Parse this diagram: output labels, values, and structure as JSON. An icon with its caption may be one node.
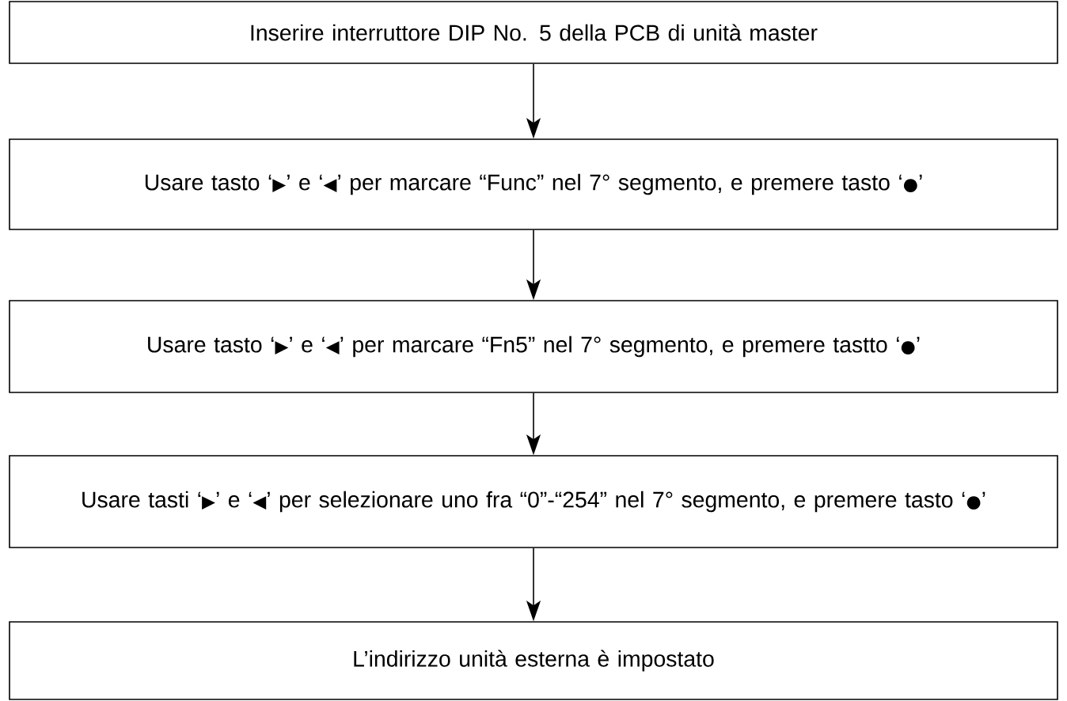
{
  "diagram": {
    "nodes": [
      {
        "text": [
          "Inserire interruttore DIP No. 5 della PCB di unità master"
        ]
      },
      {
        "text": [
          "Usare tasto ‘▶’ e ‘◀’ per marcare “Func” nel 7° segmento, e premere tasto ‘●’"
        ]
      },
      {
        "text": [
          "Usare tasto ‘▶’ e ‘◀’ per marcare “Fn5” nel 7° segmento, e premere tastto ‘●’"
        ]
      },
      {
        "text": [
          "Usare tasti ‘▶’ e ‘◀’ per selezionare uno fra “0”-“254” nel 7° segmento, e premere tasto ‘●’"
        ]
      },
      {
        "text": [
          "L’indirizzo unità esterna è impostato"
        ]
      }
    ],
    "edges": [
      {
        "from": 0,
        "to": 1,
        "arrow": "to"
      },
      {
        "from": 1,
        "to": 2,
        "arrow": "to"
      },
      {
        "from": 2,
        "to": 3,
        "arrow": "to"
      },
      {
        "from": 3,
        "to": 4,
        "arrow": "to"
      }
    ]
  }
}
